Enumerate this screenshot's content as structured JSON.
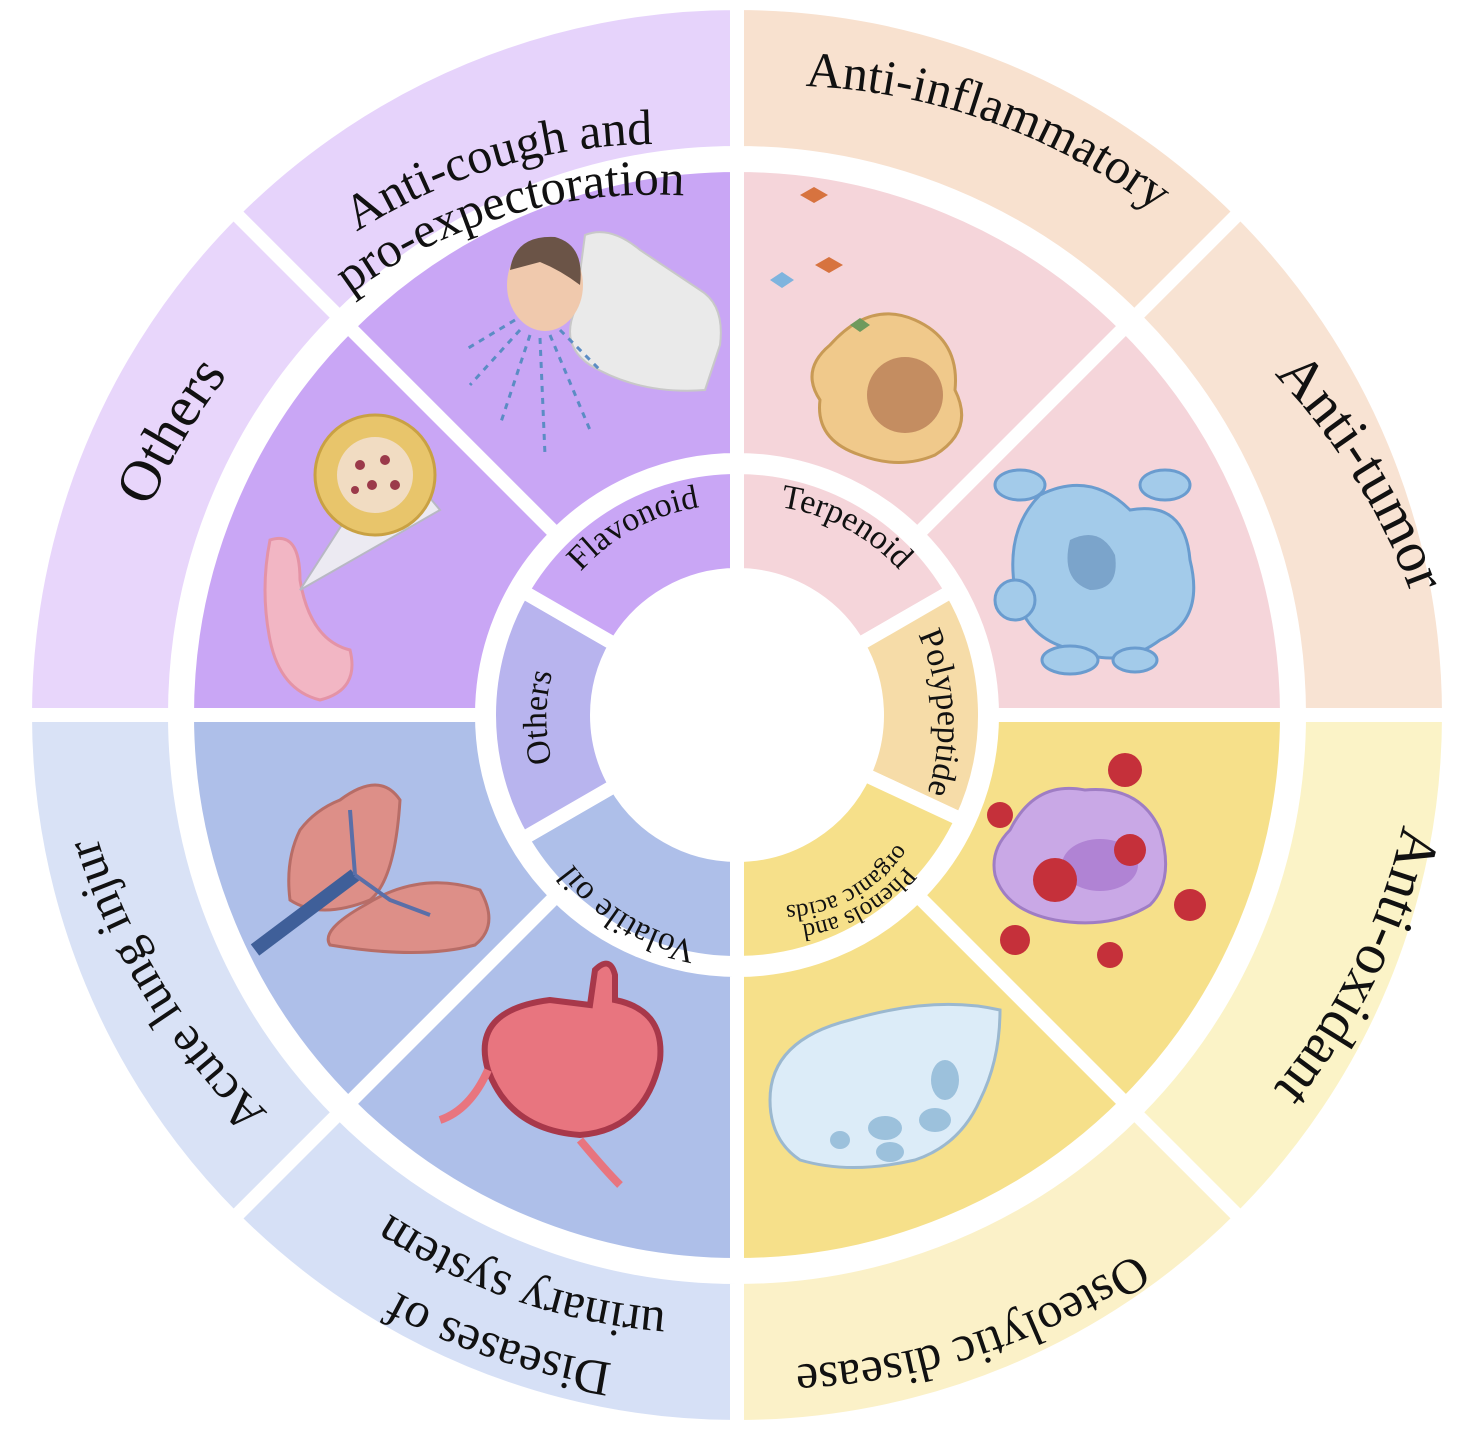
{
  "colors": {
    "outer": {
      "others": "#e8d6fb",
      "anti_cough": "#e6d3fb",
      "anti_inflammatory": "#f8e1cf",
      "anti_tumor": "#f8e3d3",
      "anti_oxidant": "#fbf3c7",
      "osteolytic": "#fbf1c8",
      "urinary": "#d6e0f6",
      "acute_lung": "#d9e2f6"
    },
    "middle": {
      "purple": "#c9a6f5",
      "pink": "#f5d5da",
      "yellow": "#f6e08a",
      "blue": "#aebfe9"
    },
    "inner": {
      "flavonoid": "#c9a6f5",
      "others": "#b8b4ee",
      "terpenoid": "#f5d5da",
      "polypeptide": "#f6dca8",
      "phenols": "#f6e08a",
      "volatile_oil": "#aebfe9"
    }
  },
  "outer_ring": {
    "others": "Others",
    "anti_cough_line1": "Anti-cough and",
    "anti_cough_line2": "pro-expectoration",
    "anti_inflammatory": "Anti-inflammatory",
    "anti_tumor": "Anti-tumor",
    "anti_oxidant": "Anti-oxidant",
    "osteolytic": "Osteolytic disease",
    "urinary_line1": "Diseases of",
    "urinary_line2": "urinary system",
    "acute_lung": "Acute lung injury"
  },
  "inner_ring": {
    "flavonoid": "Flavonoid",
    "terpenoid": "Terpenoid",
    "polypeptide": "Polypeptide",
    "phenols_line1": "Phenols and",
    "phenols_line2": "organic acids",
    "volatile_oil": "Volatile oil",
    "others": "Others"
  },
  "illustrations": [
    "coughing-person-icon",
    "pancreas-icon",
    "macrophage-icon",
    "tumor-cell-icon",
    "oxidative-stress-cell-icon",
    "osteoclast-icon",
    "lungs-icon",
    "bladder-icon"
  ]
}
